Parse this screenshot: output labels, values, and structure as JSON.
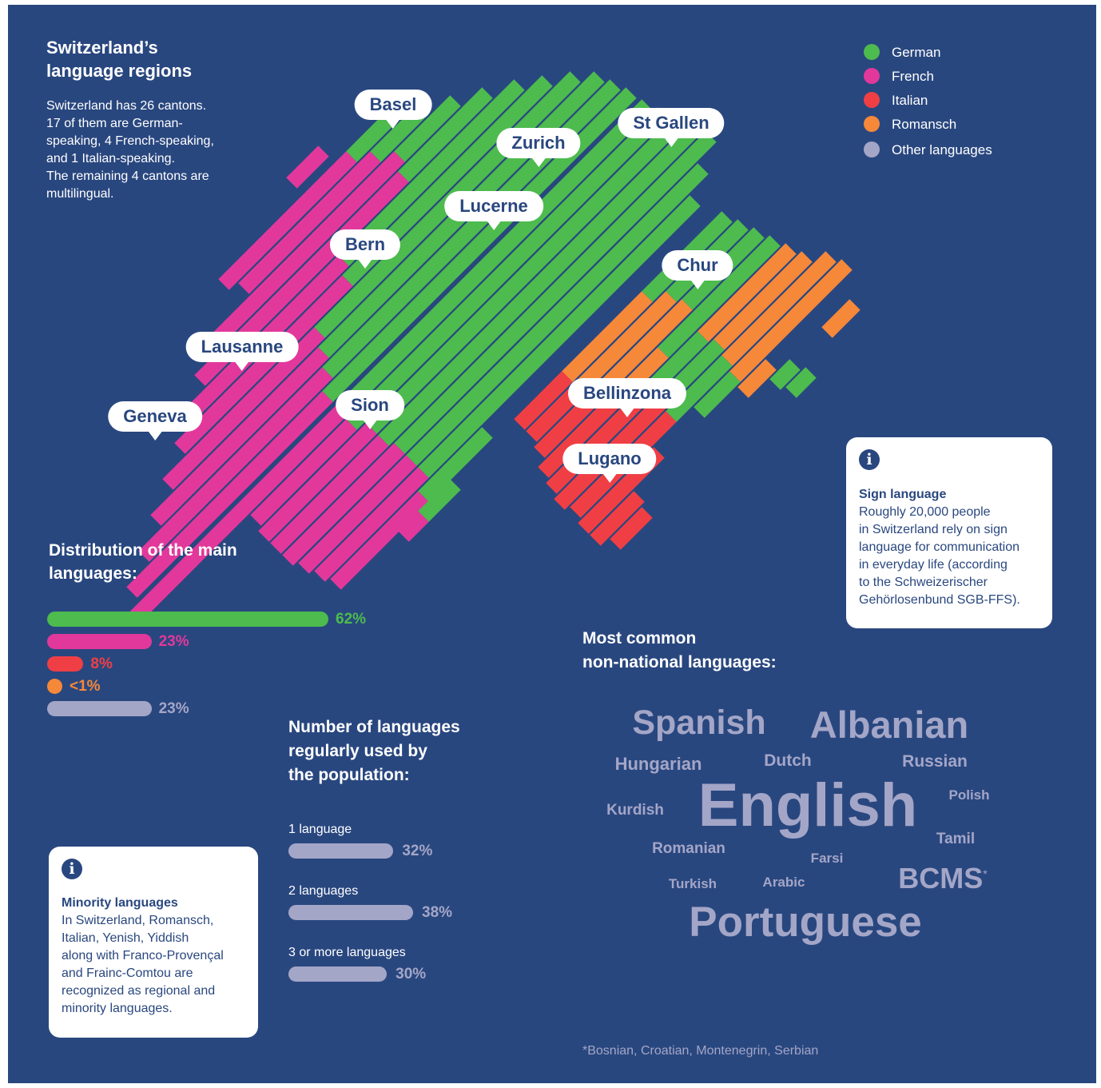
{
  "colors": {
    "background": "#29477f",
    "german": "#4dbb4e",
    "french": "#e2389b",
    "italian": "#ef3f45",
    "romansch": "#f6883a",
    "other": "#a4a6c7"
  },
  "header": {
    "title_line1": "Switzerland’s",
    "title_line2": "language regions",
    "intro": [
      "Switzerland has 26 cantons.",
      "17 of them are German-",
      "speaking, 4 French-speaking,",
      "and 1 Italian-speaking.",
      "The remaining 4 cantons are",
      "multilingual."
    ]
  },
  "legend": [
    {
      "label": "German",
      "color": "#4dbb4e"
    },
    {
      "label": "French",
      "color": "#e2389b"
    },
    {
      "label": "Italian",
      "color": "#ef3f45"
    },
    {
      "label": "Romansch",
      "color": "#f6883a"
    },
    {
      "label": "Other languages",
      "color": "#a4a6c7"
    }
  ],
  "cities": [
    "Basel",
    "Zurich",
    "St Gallen",
    "Lucerne",
    "Bern",
    "Chur",
    "Lausanne",
    "Geneva",
    "Sion",
    "Bellinzona",
    "Lugano"
  ],
  "distribution": {
    "title_line1": "Distribution of the main",
    "title_line2": "languages:",
    "items": [
      {
        "language": "German",
        "percent": 62,
        "label": "62%",
        "color": "#4dbb4e"
      },
      {
        "language": "French",
        "percent": 23,
        "label": "23%",
        "color": "#e2389b"
      },
      {
        "language": "Italian",
        "percent": 8,
        "label": "8%",
        "color": "#ef3f45"
      },
      {
        "language": "Romansch",
        "percent": 1,
        "label": "<1%",
        "color": "#f6883a"
      },
      {
        "language": "Other languages",
        "percent": 23,
        "label": "23%",
        "color": "#a4a6c7"
      }
    ]
  },
  "number_of_languages": {
    "title_line1": "Number of languages",
    "title_line2": "regularly used by",
    "title_line3": "the population:",
    "items": [
      {
        "label": "1 language",
        "percent": 32,
        "value": "32%"
      },
      {
        "label": "2 languages",
        "percent": 38,
        "value": "38%"
      },
      {
        "label": "3 or more languages",
        "percent": 30,
        "value": "30%"
      }
    ]
  },
  "sign_language": {
    "icon": "info-icon",
    "title": "Sign language",
    "body": [
      "Roughly 20,000 people",
      "in Switzerland rely on sign",
      "language for communication",
      "in everyday life (according",
      "to the Schweizerischer",
      "Gehörlosenbund SGB-FFS)."
    ]
  },
  "minority_languages": {
    "icon": "info-icon",
    "title": "Minority languages",
    "body": [
      "In Switzerland, Romansch,",
      "Italian, Yenish, Yiddish",
      "along with Franco-Provençal",
      "and Frainc-Comtou are",
      "recognized as regional and",
      "minority languages."
    ]
  },
  "non_national": {
    "title_line1": "Most common",
    "title_line2": "non-national languages:",
    "words": [
      "Spanish",
      "Albanian",
      "Hungarian",
      "Dutch",
      "Russian",
      "Kurdish",
      "English",
      "Polish",
      "Romanian",
      "Tamil",
      "Farsi",
      "Turkish",
      "Arabic",
      "BCMS",
      "Portuguese"
    ],
    "bcms_mark": "*",
    "footnote": "*Bosnian, Croatian, Montenegrin, Serbian"
  }
}
